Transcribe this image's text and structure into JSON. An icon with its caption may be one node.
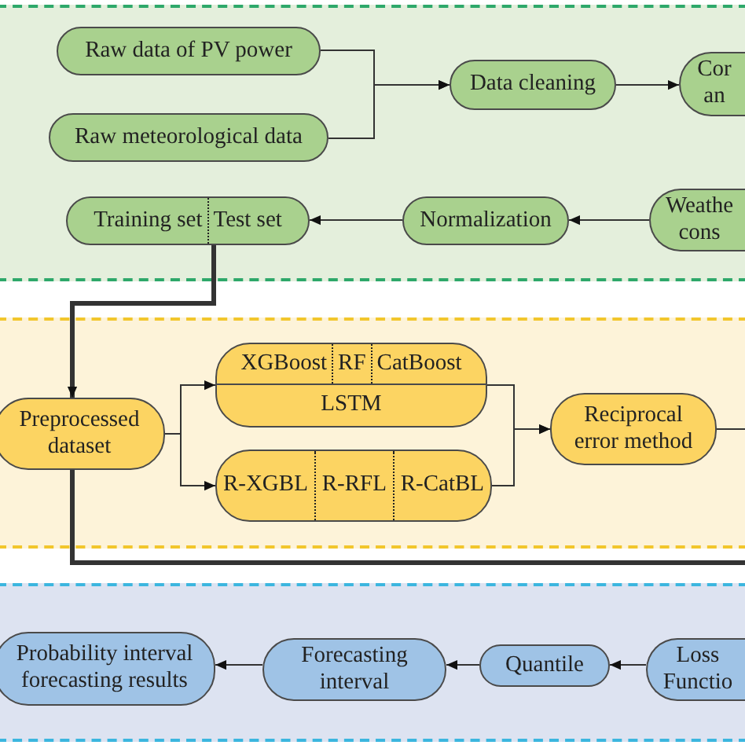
{
  "diagram": {
    "nodes": [
      {
        "text": [],
        "shape": "band"
      },
      {
        "text": [
          "Raw data of PV power"
        ],
        "in": 0
      },
      {
        "text": [
          "Raw meteorological data"
        ],
        "in": 0
      },
      {
        "text": [
          "Data cleaning"
        ],
        "in": 0
      },
      {
        "text": [
          "Cor an"
        ],
        "in": 0
      },
      {
        "text": [
          "Training set",
          "Test set"
        ],
        "in": 0
      },
      {
        "text": [
          "Normalization"
        ],
        "in": 0
      },
      {
        "text": [
          "Weathe cons"
        ],
        "in": 0
      },
      {
        "text": [],
        "shape": "band"
      },
      {
        "text": [
          "Preprocessed dataset"
        ],
        "in": 8
      },
      {
        "text": [
          "XGBoost",
          "RF",
          "CatBoost",
          "LSTM"
        ],
        "in": 8
      },
      {
        "text": [
          "R-XGBL",
          "R-RFL",
          "R-CatBL"
        ],
        "in": 8
      },
      {
        "text": [
          "Reciprocal error method"
        ],
        "in": 8
      },
      {
        "text": [],
        "shape": "band"
      },
      {
        "text": [
          "Probability interval forecasting results"
        ],
        "in": 13
      },
      {
        "text": [
          "Forecasting interval"
        ],
        "in": 13
      },
      {
        "text": [
          "Quantile"
        ],
        "in": 13
      },
      {
        "text": [
          "Loss Functio"
        ],
        "in": 13
      }
    ],
    "edges": [
      {
        "from": 1,
        "to": 3,
        "arrow": "to"
      },
      {
        "from": 2,
        "to": 3,
        "arrow": "to"
      },
      {
        "from": 3,
        "to": 4,
        "arrow": "to"
      },
      {
        "from": 7,
        "to": 6,
        "arrow": "to"
      },
      {
        "from": 6,
        "to": 5,
        "arrow": "to"
      },
      {
        "from": 5,
        "to": 9,
        "arrow": "to",
        "style": "thick"
      },
      {
        "from": 9,
        "to": 10,
        "arrow": "to"
      },
      {
        "from": 9,
        "to": 11,
        "arrow": "to"
      },
      {
        "from": 10,
        "to": 12,
        "arrow": "to"
      },
      {
        "from": 11,
        "to": 12,
        "arrow": "to"
      },
      {
        "from": 12,
        "to": null,
        "arrow": "none"
      },
      {
        "from": 9,
        "to": null,
        "arrow": "none",
        "style": "thick"
      },
      {
        "from": 17,
        "to": 16,
        "arrow": "to"
      },
      {
        "from": 16,
        "to": 15,
        "arrow": "to"
      },
      {
        "from": 15,
        "to": 14,
        "arrow": "to"
      }
    ]
  }
}
